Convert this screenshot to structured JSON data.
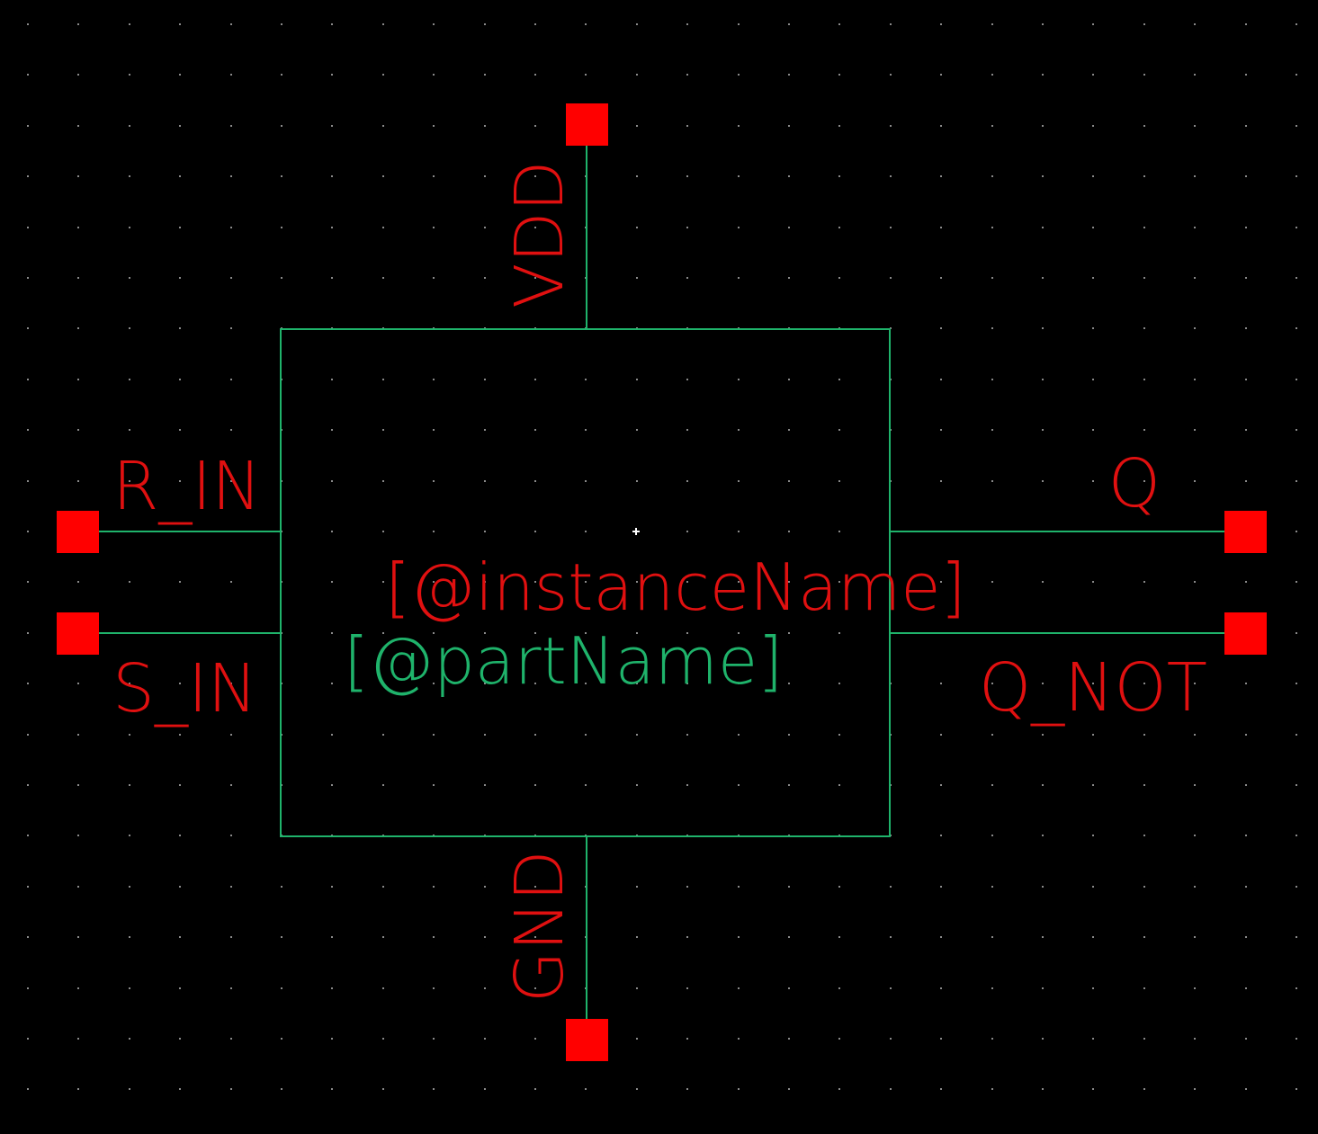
{
  "colors": {
    "background": "#000000",
    "grid_dot": "#8a8a8a",
    "wire": "#1fb36b",
    "pin": "#ff0000",
    "pin_label": "#e01010",
    "instance_label": "#e01010",
    "part_label": "#1fb36b",
    "origin_marker": "#ffffff"
  },
  "symbol": {
    "instance_label": "[@instanceName]",
    "part_label": "[@partName]"
  },
  "pins": {
    "vdd": "VDD",
    "gnd": "GND",
    "r_in": "R_IN",
    "s_in": "S_IN",
    "q": "Q",
    "q_not": "Q_NOT"
  }
}
